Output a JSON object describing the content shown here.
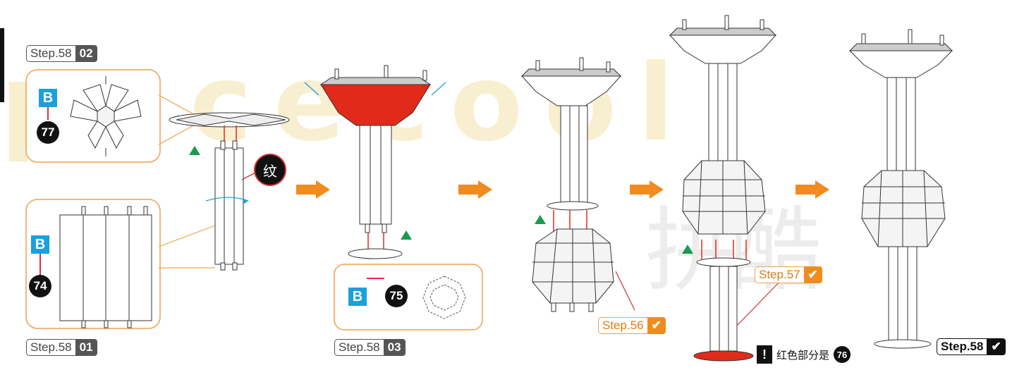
{
  "watermark": "pacecool",
  "watermark_cn": "拼酷",
  "step_tags": {
    "s58_02": {
      "label": "Step.58",
      "num": "02"
    },
    "s58_01": {
      "label": "Step.58",
      "num": "01"
    },
    "s58_03": {
      "label": "Step.58",
      "num": "03"
    },
    "s56": {
      "label": "Step.56",
      "num": "✔"
    },
    "s57": {
      "label": "Step.57",
      "num": "✔"
    },
    "s58": {
      "label": "Step.58",
      "num": "✔"
    }
  },
  "parts": {
    "p77": {
      "sheet": "B",
      "num": "77"
    },
    "p74": {
      "sheet": "B",
      "num": "74"
    },
    "p75": {
      "sheet": "B",
      "num": "75"
    }
  },
  "texture_label": "纹",
  "note": {
    "warn": "!",
    "text": "红色部分是",
    "num": "76"
  },
  "colors": {
    "accent_orange": "#f08c1e",
    "part_red": "#e02a1a",
    "sheet_blue": "#1aa0dc",
    "marker_green": "#1a9a50"
  }
}
